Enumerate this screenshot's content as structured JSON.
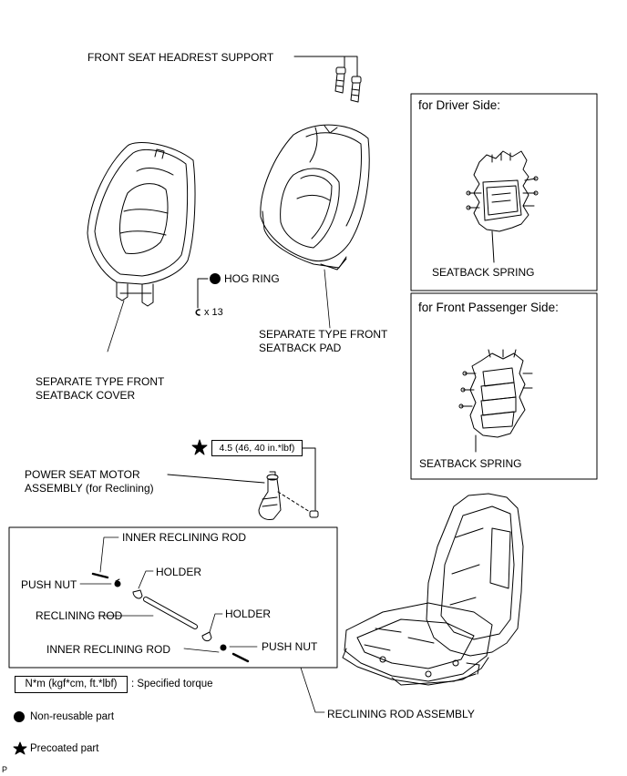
{
  "labels": {
    "headrest_support": "FRONT SEAT HEADREST SUPPORT",
    "hog_ring": "HOG RING",
    "hog_ring_qty": "x 13",
    "cover_line1": "SEPARATE TYPE FRONT",
    "cover_line2": "SEATBACK COVER",
    "pad_line1": "SEPARATE TYPE FRONT",
    "pad_line2": "SEATBACK PAD",
    "motor_line1": "POWER SEAT MOTOR",
    "motor_line2": "ASSEMBLY (for Reclining)",
    "torque_value": "4.5 (46, 40 in.*lbf)",
    "inner_reclining_rod_top": "INNER RECLINING ROD",
    "push_nut_left": "PUSH NUT",
    "holder_top": "HOLDER",
    "reclining_rod": "RECLINING ROD",
    "holder_bottom": "HOLDER",
    "inner_reclining_rod_bottom": "INNER RECLINING ROD",
    "push_nut_right": "PUSH NUT",
    "reclining_rod_assembly": "RECLINING ROD ASSEMBLY"
  },
  "driver_box": {
    "title": "for Driver Side:",
    "label": "SEATBACK SPRING"
  },
  "passenger_box": {
    "title": "for Front Passenger Side:",
    "label": "SEATBACK SPRING"
  },
  "legend": {
    "torque_unit": "N*m (kgf*cm, ft.*lbf)",
    "torque_desc": ": Specified torque",
    "non_reusable": "Non-reusable part",
    "precoated": "Precoated part"
  },
  "corner_mark": "P"
}
